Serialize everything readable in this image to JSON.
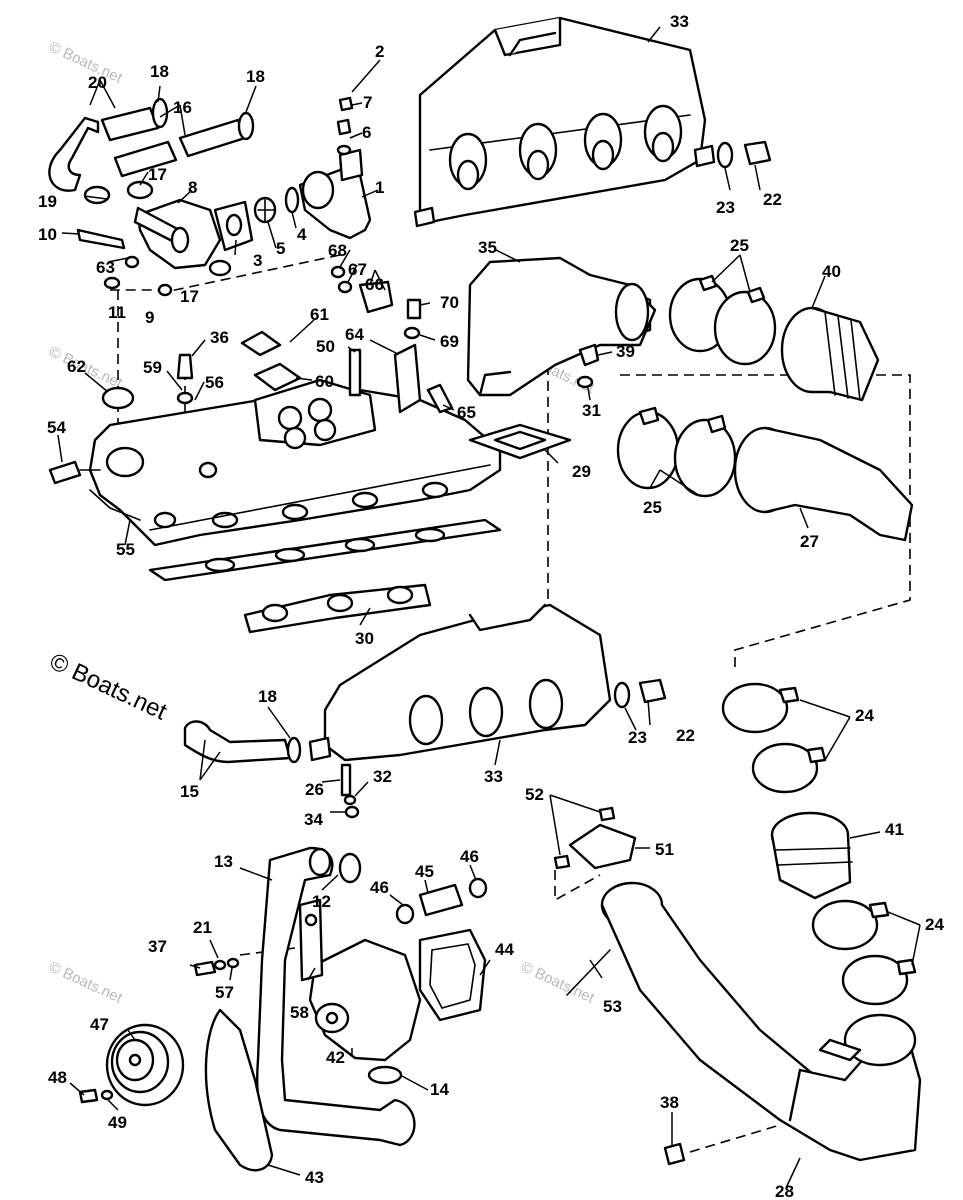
{
  "watermark": {
    "primary": "© Boats.net",
    "faint": "© Boats.net"
  },
  "callouts": {
    "c1": "1",
    "c2": "2",
    "c3": "3",
    "c4": "4",
    "c5": "5",
    "c6": "6",
    "c7": "7",
    "c8": "8",
    "c9": "9",
    "c10": "10",
    "c11": "11",
    "c12": "12",
    "c13": "13",
    "c14": "14",
    "c15": "15",
    "c16": "16",
    "c17": "17",
    "c18": "18",
    "c19": "19",
    "c20": "20",
    "c21": "21",
    "c22": "22",
    "c23": "23",
    "c24": "24",
    "c25": "25",
    "c26": "26",
    "c27": "27",
    "c28": "28",
    "c29": "29",
    "c30": "30",
    "c31": "31",
    "c32": "32",
    "c33": "33",
    "c34": "34",
    "c35": "35",
    "c36": "36",
    "c37": "37",
    "c38": "38",
    "c39": "39",
    "c40": "40",
    "c41": "41",
    "c42": "42",
    "c43": "43",
    "c44": "44",
    "c45": "45",
    "c46": "46",
    "c47": "47",
    "c48": "48",
    "c49": "49",
    "c50": "50",
    "c51": "51",
    "c52": "52",
    "c53": "53",
    "c54": "54",
    "c55": "55",
    "c56": "56",
    "c57": "57",
    "c58": "58",
    "c59": "59",
    "c60": "60",
    "c61": "61",
    "c62": "62",
    "c63": "63",
    "c64": "64",
    "c65": "65",
    "c66": "66",
    "c67": "67",
    "c68": "68",
    "c69": "69",
    "c70": "70"
  }
}
